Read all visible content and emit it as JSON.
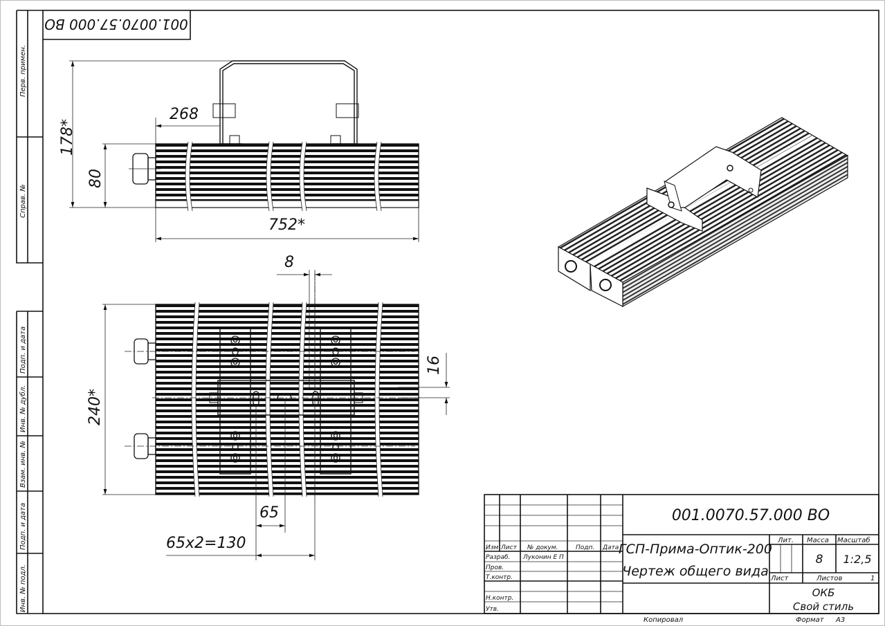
{
  "drawing": {
    "designation": "001.0070.57.000 ВО",
    "designation_inverted": "001.0070.57.000 ВО",
    "product_name": "ГСП-Прима-Оптик-200",
    "document_name": "Чертеж общего вида"
  },
  "side_strip": {
    "labels": [
      "Перв. примен.",
      "Справ. №",
      "Подп. и дата",
      "Инв. № дубл.",
      "Взам. инв. №",
      "Подп. и дата",
      "Инв. № подл."
    ]
  },
  "dimensions": {
    "overall_height": "178*",
    "body_height": "80",
    "bracket_offset": "268",
    "overall_length": "752*",
    "slot_width": "8",
    "slot_offset": "16",
    "overall_width": "240*",
    "hole_pitch": "65",
    "hole_span": "65x2=130"
  },
  "title_block": {
    "headers": {
      "izm": "Изм",
      "list": "Лист",
      "doc_no": "№ докум.",
      "sign": "Подп.",
      "date": "Дата"
    },
    "roles": {
      "developer": "Разраб.",
      "checker": "Пров.",
      "tech_control": "Т.контр.",
      "norm_control": "Н.контр.",
      "approver": "Утв."
    },
    "developer_name": "Луконин Е П",
    "lit_label": "Лит.",
    "mass_label": "Масса",
    "scale_label": "Масштаб",
    "mass": "8",
    "scale": "1:2,5",
    "sheet_label": "Лист",
    "sheets_label": "Листов",
    "sheets": "1",
    "org_line1": "ОКБ",
    "org_line2": "Свой стиль",
    "copied": "Копировал",
    "format_label": "Формат",
    "format": "А3"
  }
}
